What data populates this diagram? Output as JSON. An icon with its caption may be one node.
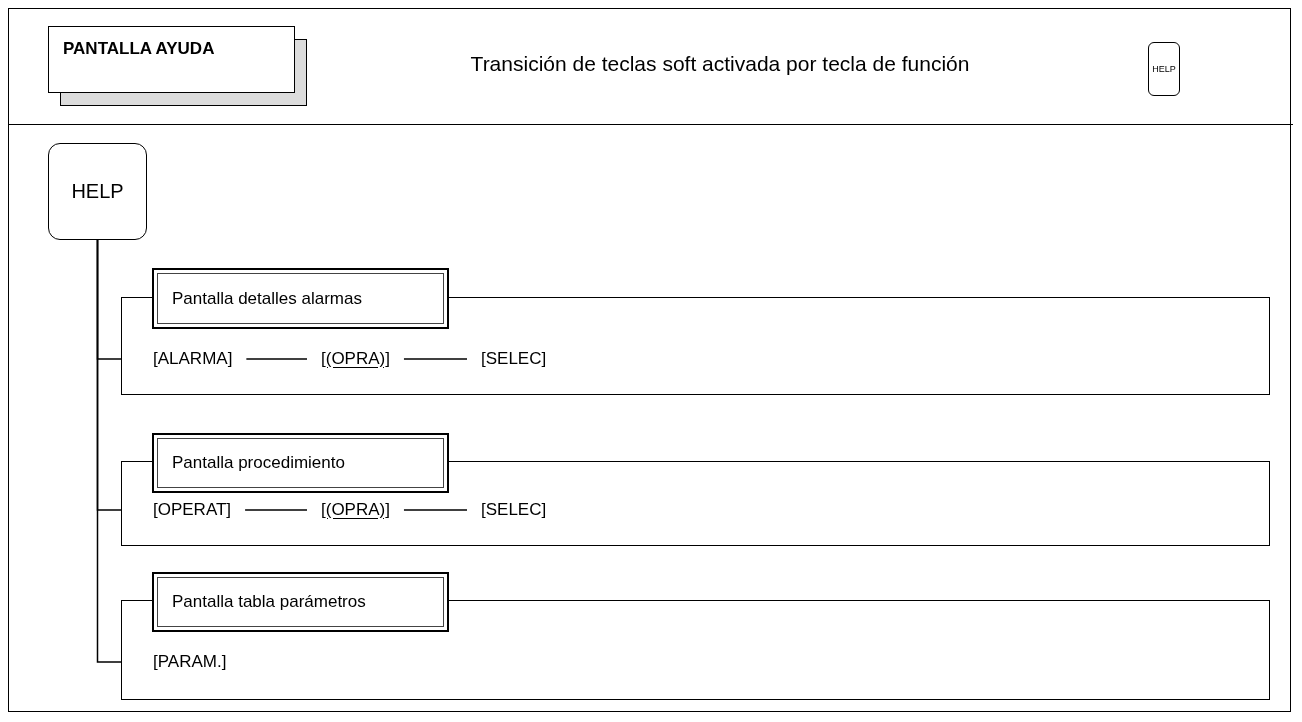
{
  "diagram": {
    "title": "Transición de teclas soft activada por tecla de función",
    "nodes": [
      {
        "text": [
          "PANTALLA AYUDA"
        ]
      },
      {
        "text": [
          "HELP"
        ]
      },
      {
        "text": [
          "HELP"
        ]
      },
      {
        "text": [
          "Pantalla detalles alarmas"
        ]
      },
      {
        "text": [
          "[ALARMA]"
        ],
        "in": 3
      },
      {
        "text": [
          "[(OPRA)]"
        ],
        "in": 3
      },
      {
        "text": [
          "[SELEC]"
        ],
        "in": 3
      },
      {
        "text": [
          "Pantalla procedimiento"
        ]
      },
      {
        "text": [
          "[OPERAT]"
        ],
        "in": 7
      },
      {
        "text": [
          "[(OPRA)]"
        ],
        "in": 7
      },
      {
        "text": [
          "[SELEC]"
        ],
        "in": 7
      },
      {
        "text": [
          "Pantalla tabla parámetros"
        ]
      },
      {
        "text": [
          "[PARAM.]"
        ],
        "in": 11
      }
    ],
    "edges": [
      {
        "from": 2,
        "to": 3,
        "arrow": "none"
      },
      {
        "from": 2,
        "to": 7,
        "arrow": "none"
      },
      {
        "from": 2,
        "to": 11,
        "arrow": "none"
      },
      {
        "from": 4,
        "to": 5,
        "arrow": "none"
      },
      {
        "from": 5,
        "to": 6,
        "arrow": "none"
      },
      {
        "from": 8,
        "to": 9,
        "arrow": "none"
      },
      {
        "from": 9,
        "to": 10,
        "arrow": "none"
      }
    ]
  }
}
